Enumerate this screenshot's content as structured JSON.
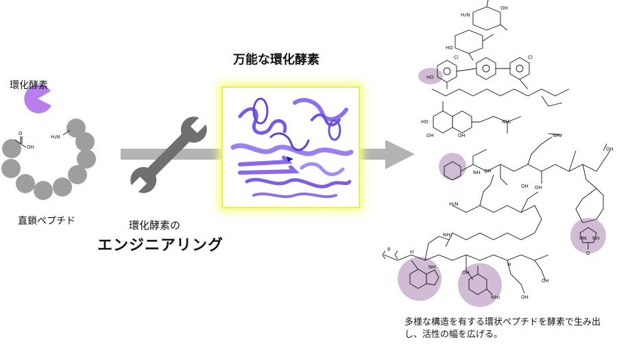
{
  "labels": {
    "enzyme": "環化酵素",
    "linear_peptide": "直鎖ペプチド",
    "engineering_line1": "環化酵素の",
    "engineering_line2": "エンジニアリング",
    "title": "万能な環化酵素",
    "caption": "多様な構造を有する環状ペプチドを酵素で生み出し、活性の幅を広げる。"
  },
  "chem_text": {
    "cooh": "OH",
    "carbonyl_o": "O",
    "h2n": "H₂N",
    "oh": "OH",
    "nh2": "NH₂",
    "hn": "HN",
    "nh": "NH",
    "n": "N",
    "h": "H",
    "cl": "Cl",
    "ho": "HO",
    "eight": "8"
  },
  "colors": {
    "enzyme": "#b77ef0",
    "bead": "#9e9e9e",
    "arrow": "#b3b3b3",
    "wrench": "#6f6f6f",
    "highlight": "#c9b0cf",
    "protein": "#8c6ce8",
    "glow": "#f4ff8a"
  }
}
